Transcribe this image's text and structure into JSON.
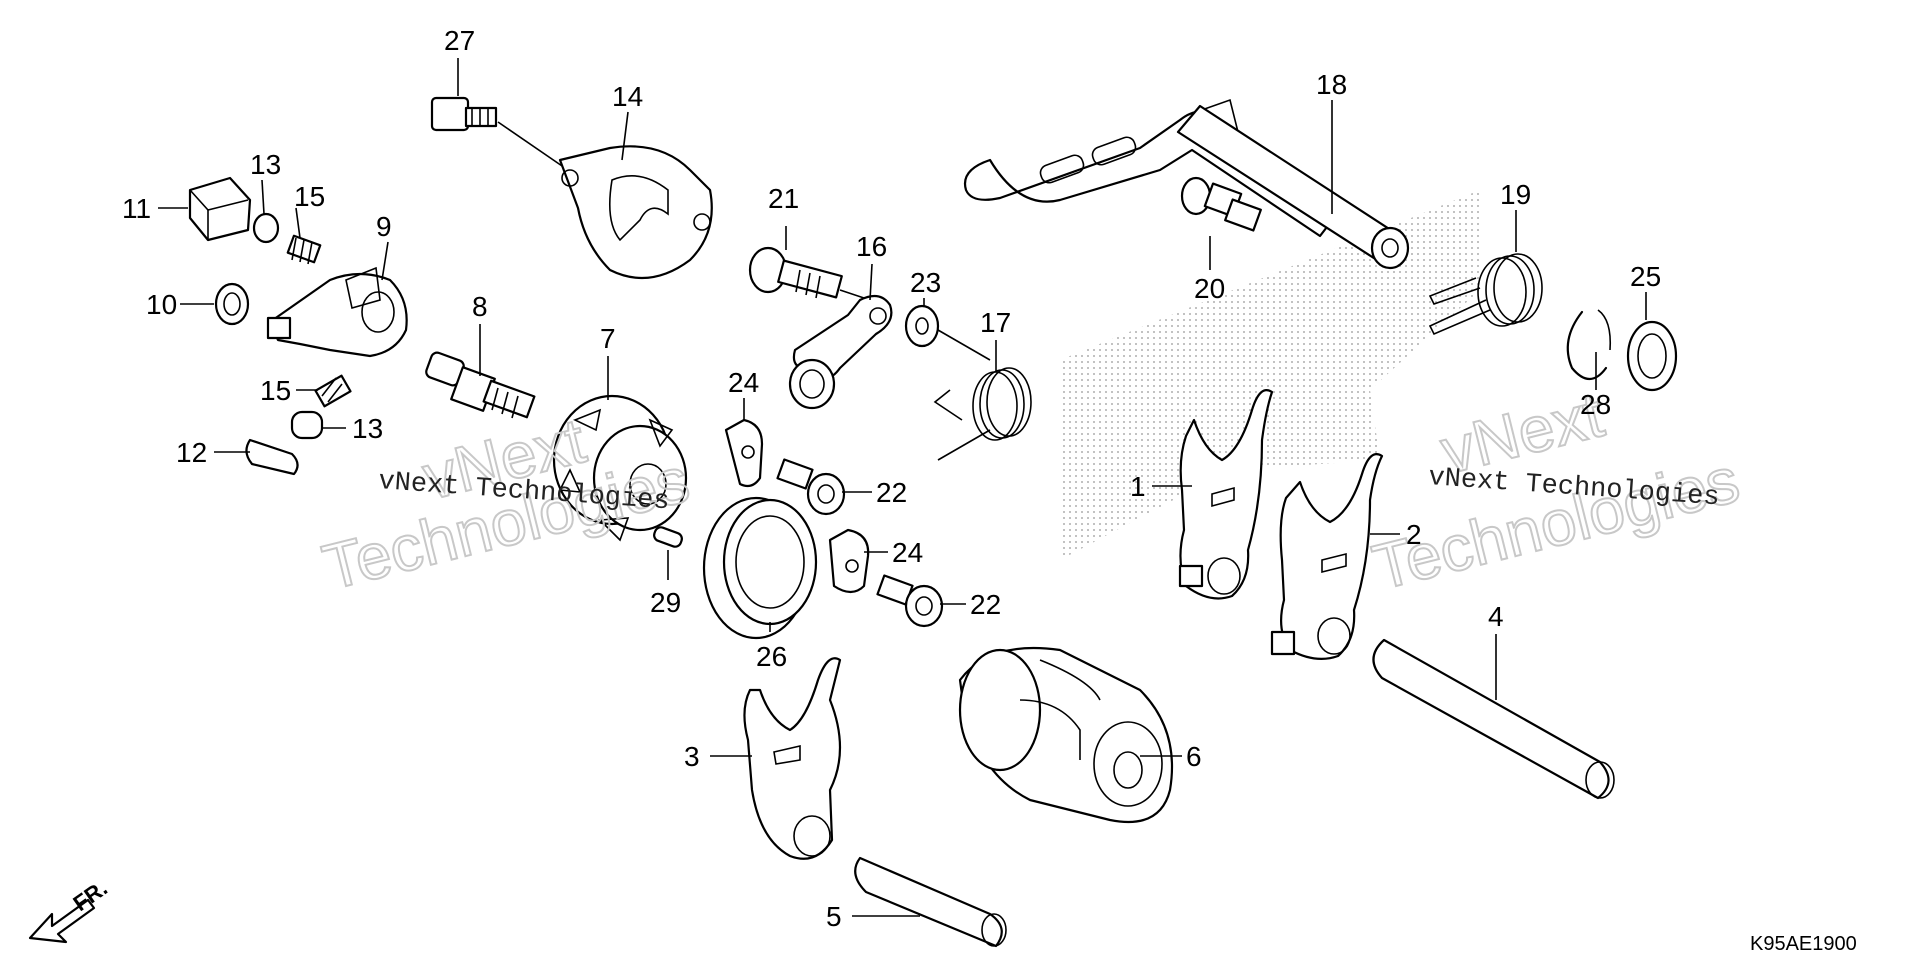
{
  "diagram": {
    "code": "K95AE1900",
    "direction_label": "FR.",
    "watermark": {
      "line": "vNext Technologies",
      "word1": "vNext",
      "word2": "Technologies"
    },
    "callouts": {
      "c1": "1",
      "c2": "2",
      "c3": "3",
      "c4": "4",
      "c5": "5",
      "c6": "6",
      "c7": "7",
      "c8": "8",
      "c9": "9",
      "c10": "10",
      "c11": "11",
      "c12": "12",
      "c13a": "13",
      "c13b": "13",
      "c14": "14",
      "c15a": "15",
      "c15b": "15",
      "c16": "16",
      "c17": "17",
      "c18": "18",
      "c19": "19",
      "c20": "20",
      "c21": "21",
      "c22a": "22",
      "c22b": "22",
      "c23": "23",
      "c24a": "24",
      "c24b": "24",
      "c25": "25",
      "c26": "26",
      "c27": "27",
      "c28": "28",
      "c29": "29"
    }
  }
}
